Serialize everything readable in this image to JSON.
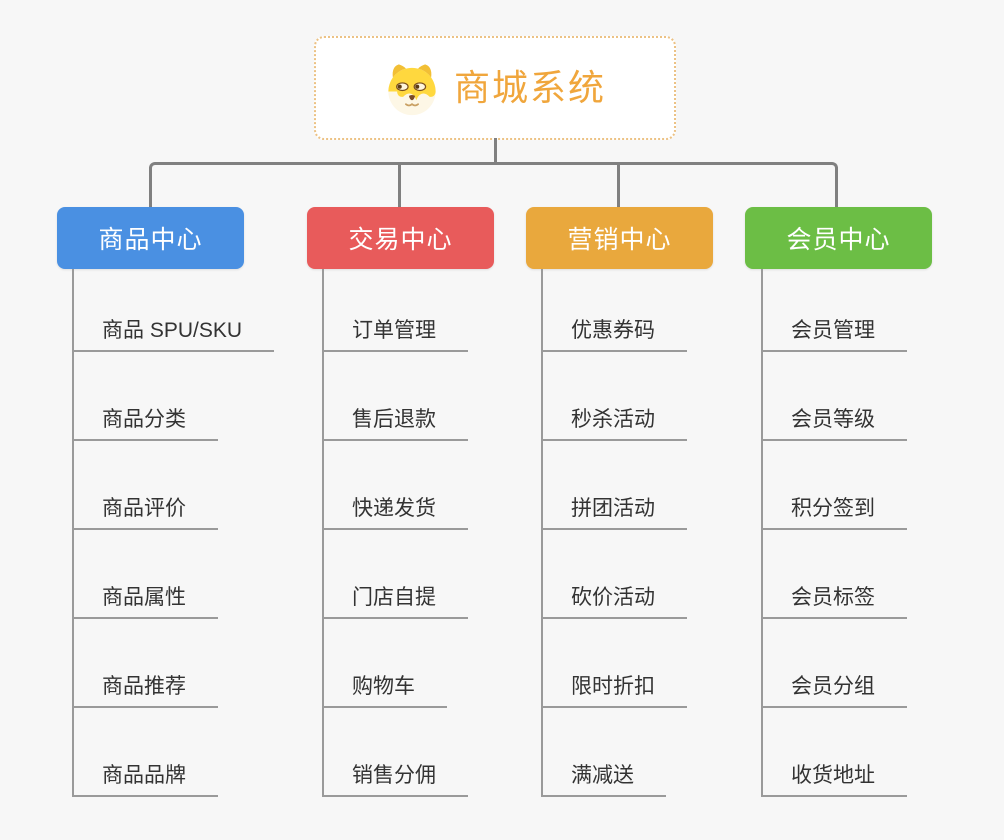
{
  "root": {
    "title": "商城系统",
    "title_color": "#f0a63c",
    "border_color": "#ecc285",
    "icon": "dog-face-icon"
  },
  "connector_color": "#808080",
  "leaf_line_color": "#9a9a9a",
  "background_color": "#f7f7f7",
  "branches": [
    {
      "label": "商品中心",
      "color": "#4a90e2",
      "children": [
        "商品 SPU/SKU",
        "商品分类",
        "商品评价",
        "商品属性",
        "商品推荐",
        "商品品牌"
      ]
    },
    {
      "label": "交易中心",
      "color": "#e85b5b",
      "children": [
        "订单管理",
        "售后退款",
        "快递发货",
        "门店自提",
        "购物车",
        "销售分佣"
      ]
    },
    {
      "label": "营销中心",
      "color": "#e9a83d",
      "children": [
        "优惠券码",
        "秒杀活动",
        "拼团活动",
        "砍价活动",
        "限时折扣",
        "满减送"
      ]
    },
    {
      "label": "会员中心",
      "color": "#6cbe45",
      "children": [
        "会员管理",
        "会员等级",
        "积分签到",
        "会员标签",
        "会员分组",
        "收货地址"
      ]
    }
  ]
}
